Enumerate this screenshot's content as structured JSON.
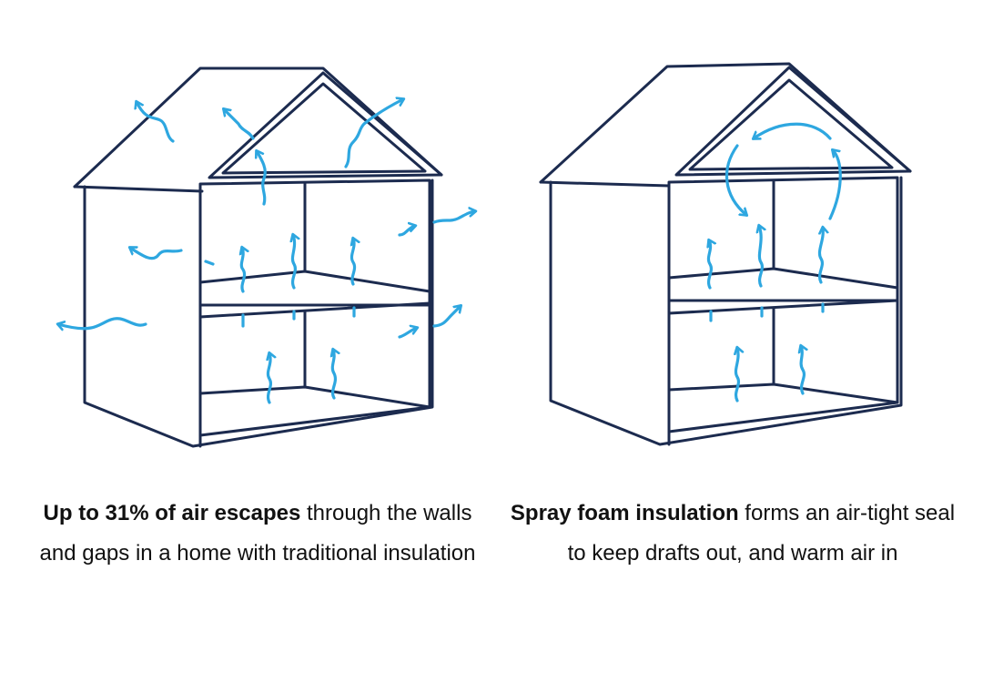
{
  "captions": {
    "traditional": {
      "bold": "Up to 31% of air escapes",
      "rest": " through the walls and gaps in a home with traditional insulation"
    },
    "spray_foam": {
      "bold": "Spray foam insulation",
      "rest": " forms an air-tight seal to keep drafts out, and warm air in"
    }
  },
  "colors": {
    "outline": "#1c2b4f",
    "air_flow": "#2ea7e0",
    "text": "#111111",
    "background": "#ffffff"
  },
  "icons": {
    "air_flow": "wavy-arrow-icon",
    "circulation": "curved-arrow-icon"
  }
}
